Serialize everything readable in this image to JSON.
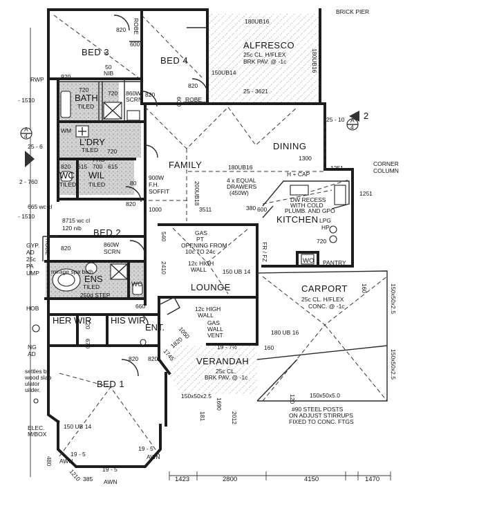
{
  "rooms": {
    "bed3": "BED 3",
    "bed4": "BED 4",
    "alfresco": "ALFRESCO",
    "bath": "BATH",
    "laundry": "L'DRY",
    "wc1": "WC",
    "wil": "WIL",
    "dining": "DINING",
    "family": "FAMILY",
    "kitchen": "KITCHEN",
    "bed2": "BED 2",
    "lounge": "LOUNGE",
    "carport": "CARPORT",
    "ens": "ENS",
    "wc2": "WC",
    "her_wir": "HER WIR",
    "his_wir": "HIS WIR",
    "ent": "ENT.",
    "verandah": "VERANDAH",
    "bed1": "BED 1",
    "robe1": "ROBE",
    "robe2": "ROBE",
    "robe3": "ROBE",
    "pantry": "PANTRY",
    "wo": "WO"
  },
  "notes": {
    "brick_pier": "BRICK PIER",
    "alfresco_beam": "180UB16",
    "alfresco_side": "180UB16",
    "alfresco_spec_1": "25c CL. H/FLEX",
    "alfresco_spec_2": "BRK PAV. @ -1c",
    "beam_150": "150UB14",
    "alfresco_dim": "25 - 3621",
    "nib_50": "50",
    "nib": "NIB",
    "tiled_bath": "TILED",
    "scrn_860_a": "860W",
    "scrn_860_b": "SCRN",
    "wm": "WM",
    "ldry_tiled": "TILED",
    "fhc": "FHO",
    "wc_tiled": "TILED",
    "wil_tiled": "TILED",
    "soffit_1": "900W",
    "soffit_2": "F.H.",
    "soffit_3": "SOFFIT",
    "beam_200": "200UB18",
    "beam_180": "180UB16",
    "hcap": "H + CAP",
    "drawers_1": "4 x EQUAL",
    "drawers_2": "DRAWERS",
    "drawers_3": "(450W)",
    "dw_1": "DW RECESS",
    "dw_2": "WITH COLD",
    "dw_3": "PLUMB. AND GPO",
    "corner_1": "CORNER",
    "corner_2": "COLUMN",
    "lpg": "LPG",
    "hp": "HP",
    "gas_1": "GAS",
    "gas_2": "PT",
    "gas_3": "OPENING FROM",
    "gas_4": "10c TO 24c",
    "high_wall_a1": "12c HIGH",
    "high_wall_a2": "WALL",
    "fr_fz": "FR / FZ",
    "beam_150_lounge": "150 UB 14",
    "carport_spec_1": "25c CL. H/FLEX",
    "carport_spec_2": "CONC. @ -1c",
    "carport_beam": "180 UB 16",
    "post_right_1": "150x50x2.5",
    "post_right_2": "150x50x2.5",
    "post_bottom": "150x50x5.0",
    "scrn2_a": "860W",
    "scrn2_b": "SCRN",
    "wc_label": "665 wc cl",
    "wc_label2": "8715 wc cl",
    "nib_120": "120 nib",
    "hob": "HOB",
    "ens_tiled": "TILED",
    "ens_step": "250d STEP",
    "ens_mirage": "mirage spa bath",
    "high_wall_b1": "12c HIGH",
    "high_wall_b2": "WALL",
    "gas_vent_1": "GAS",
    "gas_vent_2": "WALL",
    "gas_vent_3": "VENT",
    "ver_dim": "19 - 7½",
    "ver_spec_1": "25c CL.",
    "ver_spec_2": "BRK PAV. @ -1c",
    "ver_post": "150x50x2.5",
    "steel_1": "#90 STEEL POSTS",
    "steel_2": "ON ADJUST STIRRUPS",
    "steel_3": "FIXED TO CONC. FTGS",
    "bay_beam": "150 UB 14",
    "elec_1": "ELEC.",
    "elec_2": "M/BOX",
    "awn_1": "AWN",
    "awn_2": "AWN",
    "awn_3": "AWN",
    "bay_1": "19 - 5",
    "bay_2": "19 - 5",
    "bay_3": "19 - 5",
    "section_a": "A",
    "section_a_num": "4",
    "section_b": "A",
    "section_b_num": "4",
    "section_2": "2",
    "rwp": "RWP",
    "gyp_1": "GYP.",
    "gyp_2": "AD",
    "gyp_3": "25c",
    "gyp_4": "PA",
    "gyp_5": "UMP",
    "ng": "NG",
    "ad": "AD",
    "settles": "settles by",
    "wood": "wood slab",
    "ulator": "ulator",
    "uilder": "uilder."
  },
  "dims": {
    "d820a": "820",
    "d820b": "820",
    "d820c": "820",
    "d820d": "820",
    "d820e": "820",
    "d820f": "820",
    "d820g": "820",
    "d820h": "820",
    "d820i": "820",
    "d820j": "820",
    "d600a": "600",
    "d600b": "600",
    "d920": "920",
    "d720a": "720",
    "d720b": "720",
    "d720c": "720",
    "d720d": "720",
    "d720e": "720",
    "d615a": "615",
    "d615b": "615",
    "d700": "700",
    "d80": "80",
    "d1000": "1000",
    "d3511": "3511",
    "d380": "380",
    "d600c": "600",
    "d1300": "1300",
    "d1251a": "1251",
    "d1251b": "1251",
    "d1510a": "- 1510",
    "d1510b": "- 1510",
    "d25_6": "25 - 6",
    "d2760": "2 - 760",
    "d25_10": "25 - 10",
    "d540": "540",
    "d2410": "2410",
    "d660": "660",
    "d720f": "720",
    "d670": "670",
    "d1050": "1050",
    "d1745": "1745",
    "d1820": "1820",
    "d160a": "160",
    "d160b": "160",
    "d1690": "1690",
    "d2012": "2012",
    "d181": "181",
    "d120": "120",
    "d480": "480",
    "d1210": "1210",
    "d385": "385",
    "d1423": "1423",
    "d2800": "2800",
    "d4150": "4150",
    "d1470": "1470"
  },
  "colors": {
    "line": "#1c1c1c",
    "hatch": "#888888",
    "tile": "#cfcfcf",
    "paper": "#ffffff"
  }
}
